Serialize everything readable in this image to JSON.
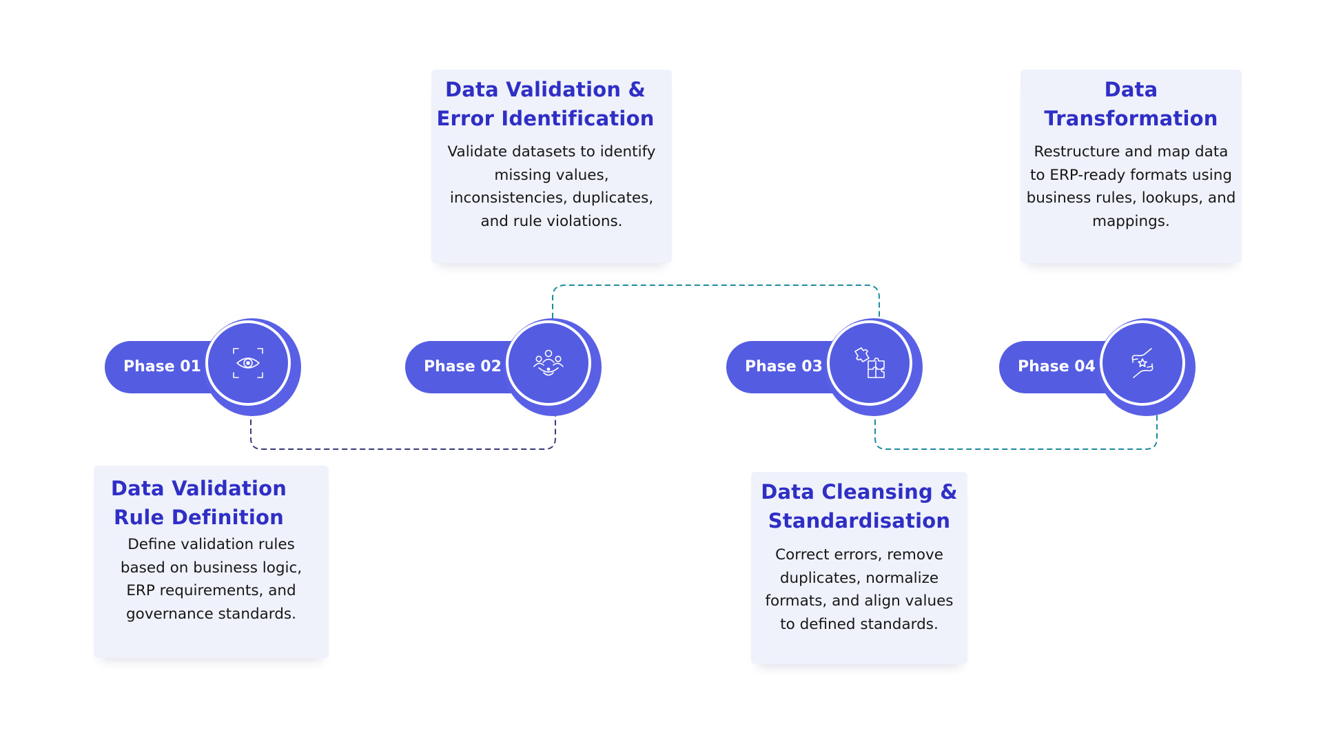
{
  "phases": [
    {
      "label": "Phase 01",
      "icon": "eye-scan-icon",
      "title_lines": [
        "Data Validation",
        "Rule Definition"
      ],
      "description_lines": [
        "Define validation rules",
        "based on business logic,",
        "ERP requirements, and",
        "governance standards."
      ]
    },
    {
      "label": "Phase 02",
      "icon": "people-group-icon",
      "title_lines": [
        "Data Validation &",
        "Error Identification"
      ],
      "description_lines": [
        "Validate datasets to identify",
        "missing values,",
        "inconsistencies, duplicates,",
        "and rule violations."
      ]
    },
    {
      "label": "Phase 03",
      "icon": "puzzle-pieces-icon",
      "title_lines": [
        "Data Cleansing &",
        "Standardisation"
      ],
      "description_lines": [
        "Correct errors, remove",
        "duplicates, normalize",
        "formats, and align values",
        "to defined standards."
      ]
    },
    {
      "label": "Phase 04",
      "icon": "hands-star-icon",
      "title_lines": [
        "Data",
        "Transformation"
      ],
      "description_lines": [
        "Restructure and map data",
        "to ERP-ready formats using",
        "business rules, lookups, and",
        "mappings."
      ]
    }
  ],
  "colors": {
    "accent": "#545ce2",
    "title": "#2f2fc6",
    "card_background": "#eff2fa",
    "text": "#161616",
    "connector_dark": "#3a3a78",
    "connector_teal": "#1c8c9c"
  }
}
